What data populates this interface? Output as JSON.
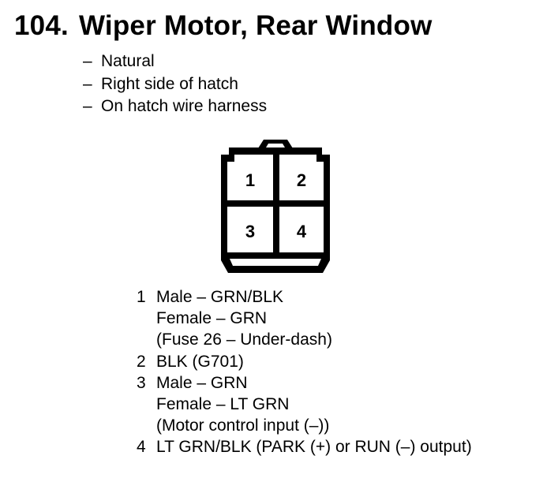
{
  "section": {
    "number": "104.",
    "title": "Wiper Motor, Rear Window",
    "notes": [
      {
        "bullet": "–",
        "text": "Natural"
      },
      {
        "bullet": "–",
        "text": "Right side of hatch"
      },
      {
        "bullet": "–",
        "text": "On hatch wire harness"
      }
    ]
  },
  "connector": {
    "cavity_labels": [
      "1",
      "2",
      "3",
      "4"
    ]
  },
  "pinout": [
    {
      "pin": "1",
      "lines": [
        "Male – GRN/BLK",
        "Female – GRN",
        "(Fuse 26 – Under-dash)"
      ]
    },
    {
      "pin": "2",
      "lines": [
        "BLK (G701)"
      ]
    },
    {
      "pin": "3",
      "lines": [
        "Male – GRN",
        "Female – LT GRN",
        "(Motor control input (–))"
      ]
    },
    {
      "pin": "4",
      "lines": [
        "LT GRN/BLK (PARK (+) or RUN (–) output)"
      ]
    }
  ],
  "colors": {
    "ink": "#000000",
    "paper": "#ffffff"
  }
}
